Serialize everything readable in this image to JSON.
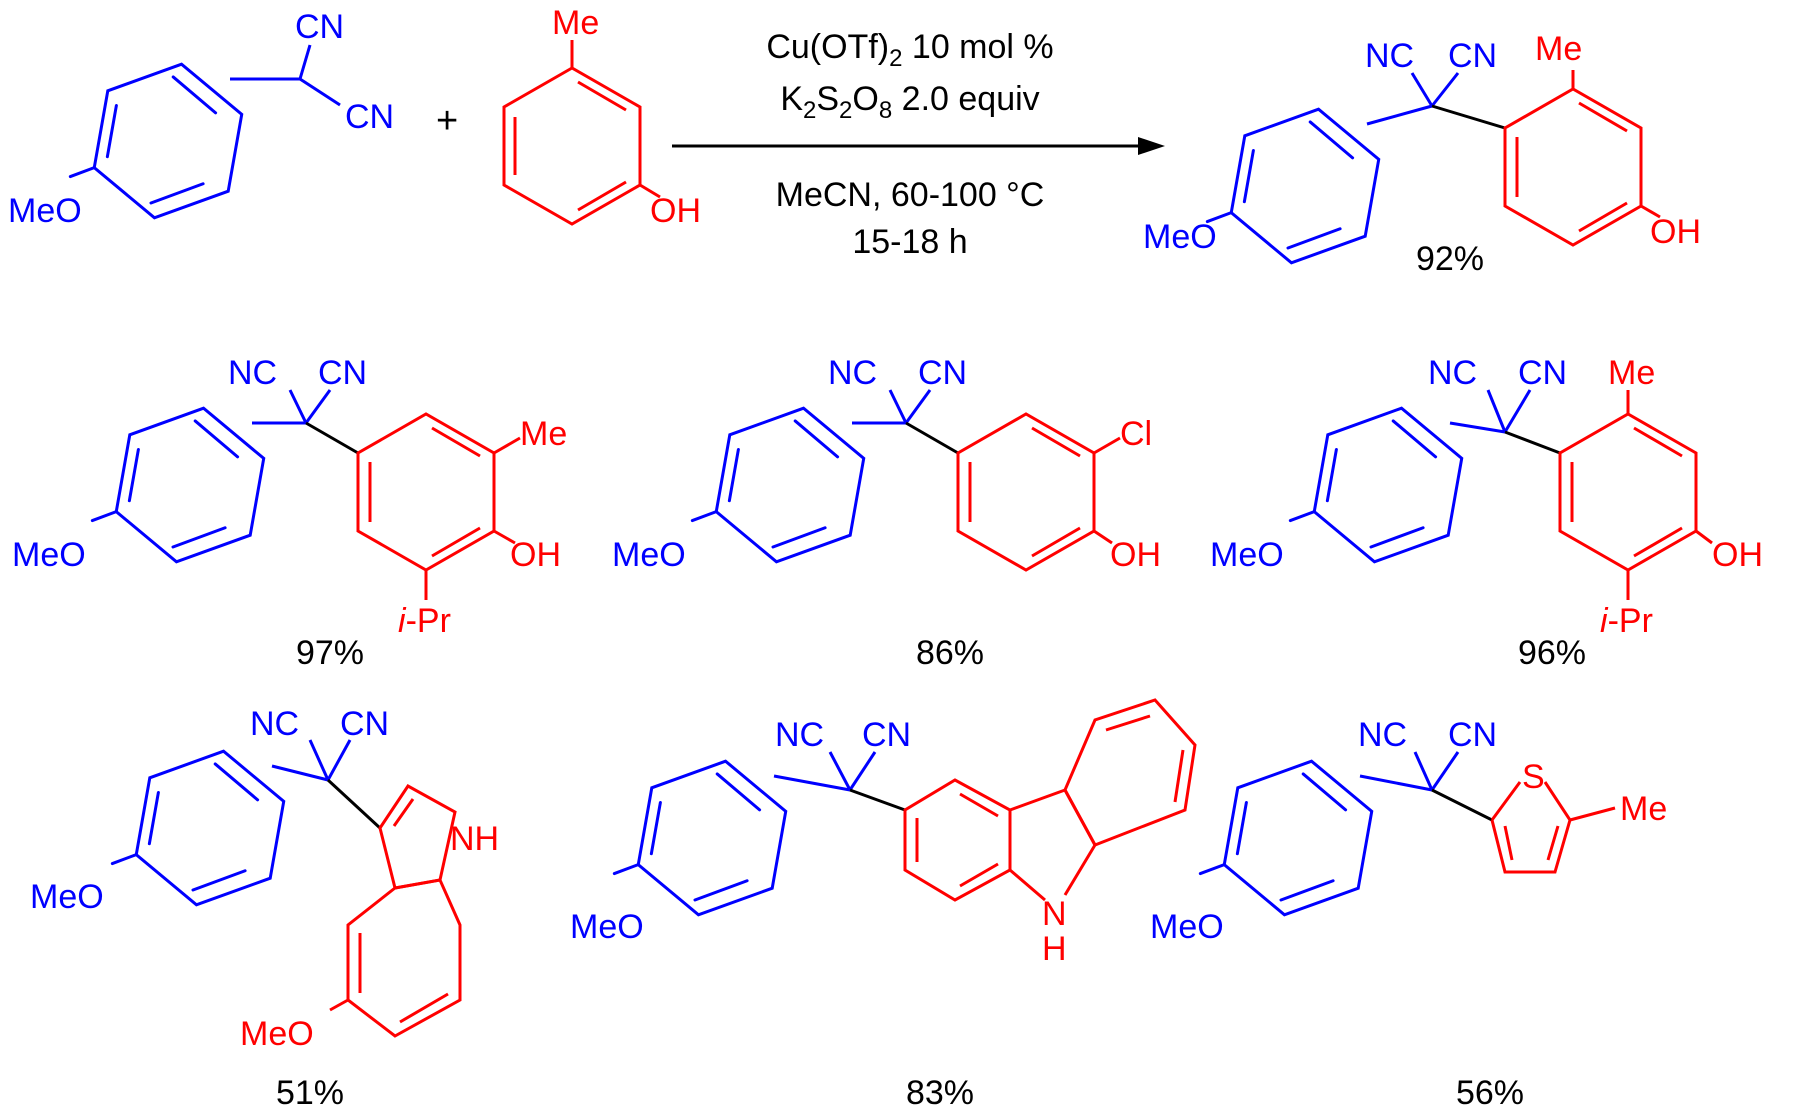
{
  "colors": {
    "reagent": "#0000ff",
    "partner": "#ff0000",
    "bond": "#000000"
  },
  "conditions": {
    "line1": {
      "main": "Cu(OTf)",
      "sub": "2",
      "rest": " 10 mol %"
    },
    "line2": {
      "k": "K",
      "k_sub": "2",
      "s": "S",
      "s_sub": "2",
      "o": "O",
      "o_sub": "8",
      "rest": " 2.0 equiv"
    },
    "line3": "MeCN, 60-100 °C",
    "line4": "15-18 h"
  },
  "plus": "+",
  "labels": {
    "cn": "CN",
    "nc": "NC",
    "meo": "MeO",
    "me": "Me",
    "oh": "OH",
    "cl": "Cl",
    "nh": "NH",
    "n": "N",
    "h": "H",
    "s": "S",
    "ipr_i": "i",
    "ipr_rest": "-Pr"
  },
  "yields": {
    "main_product": "92%",
    "p1": "97%",
    "p2": "86%",
    "p3": "96%",
    "p4": "51%",
    "p5": "83%",
    "p6": "56%"
  }
}
